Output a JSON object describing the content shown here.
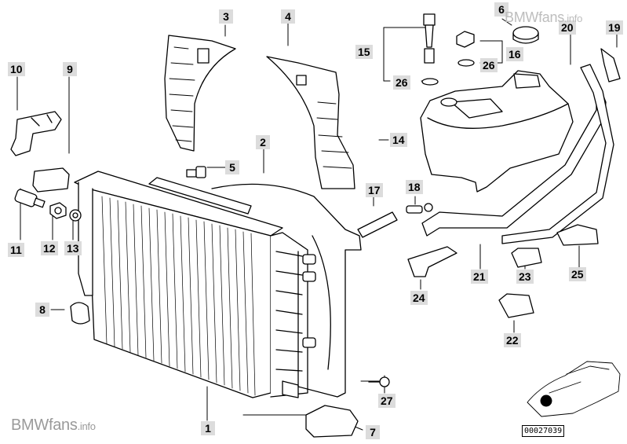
{
  "diagram": {
    "callouts": [
      {
        "id": "c1",
        "text": "1"
      },
      {
        "id": "c2",
        "text": "2"
      },
      {
        "id": "c3",
        "text": "3"
      },
      {
        "id": "c4",
        "text": "4"
      },
      {
        "id": "c5",
        "text": "5"
      },
      {
        "id": "c6",
        "text": "6"
      },
      {
        "id": "c7",
        "text": "7"
      },
      {
        "id": "c8",
        "text": "8"
      },
      {
        "id": "c9",
        "text": "9"
      },
      {
        "id": "c10",
        "text": "10"
      },
      {
        "id": "c11",
        "text": "11"
      },
      {
        "id": "c12",
        "text": "12"
      },
      {
        "id": "c13",
        "text": "13"
      },
      {
        "id": "c14",
        "text": "14"
      },
      {
        "id": "c15",
        "text": "15"
      },
      {
        "id": "c16",
        "text": "16"
      },
      {
        "id": "c17",
        "text": "17"
      },
      {
        "id": "c18",
        "text": "18"
      },
      {
        "id": "c19",
        "text": "19"
      },
      {
        "id": "c20",
        "text": "20"
      },
      {
        "id": "c21",
        "text": "21"
      },
      {
        "id": "c22",
        "text": "22"
      },
      {
        "id": "c23",
        "text": "23"
      },
      {
        "id": "c24",
        "text": "24"
      },
      {
        "id": "c25",
        "text": "25"
      },
      {
        "id": "c26a",
        "text": "26"
      },
      {
        "id": "c26b",
        "text": "26"
      },
      {
        "id": "c27",
        "text": "27"
      }
    ],
    "reference_code": "00027039"
  },
  "watermark": {
    "brand": "BMWfans",
    "suffix": ".info"
  },
  "colors": {
    "line": "#000000",
    "callout_bg": "#dcdcdc",
    "watermark": "#9a9a9a"
  }
}
